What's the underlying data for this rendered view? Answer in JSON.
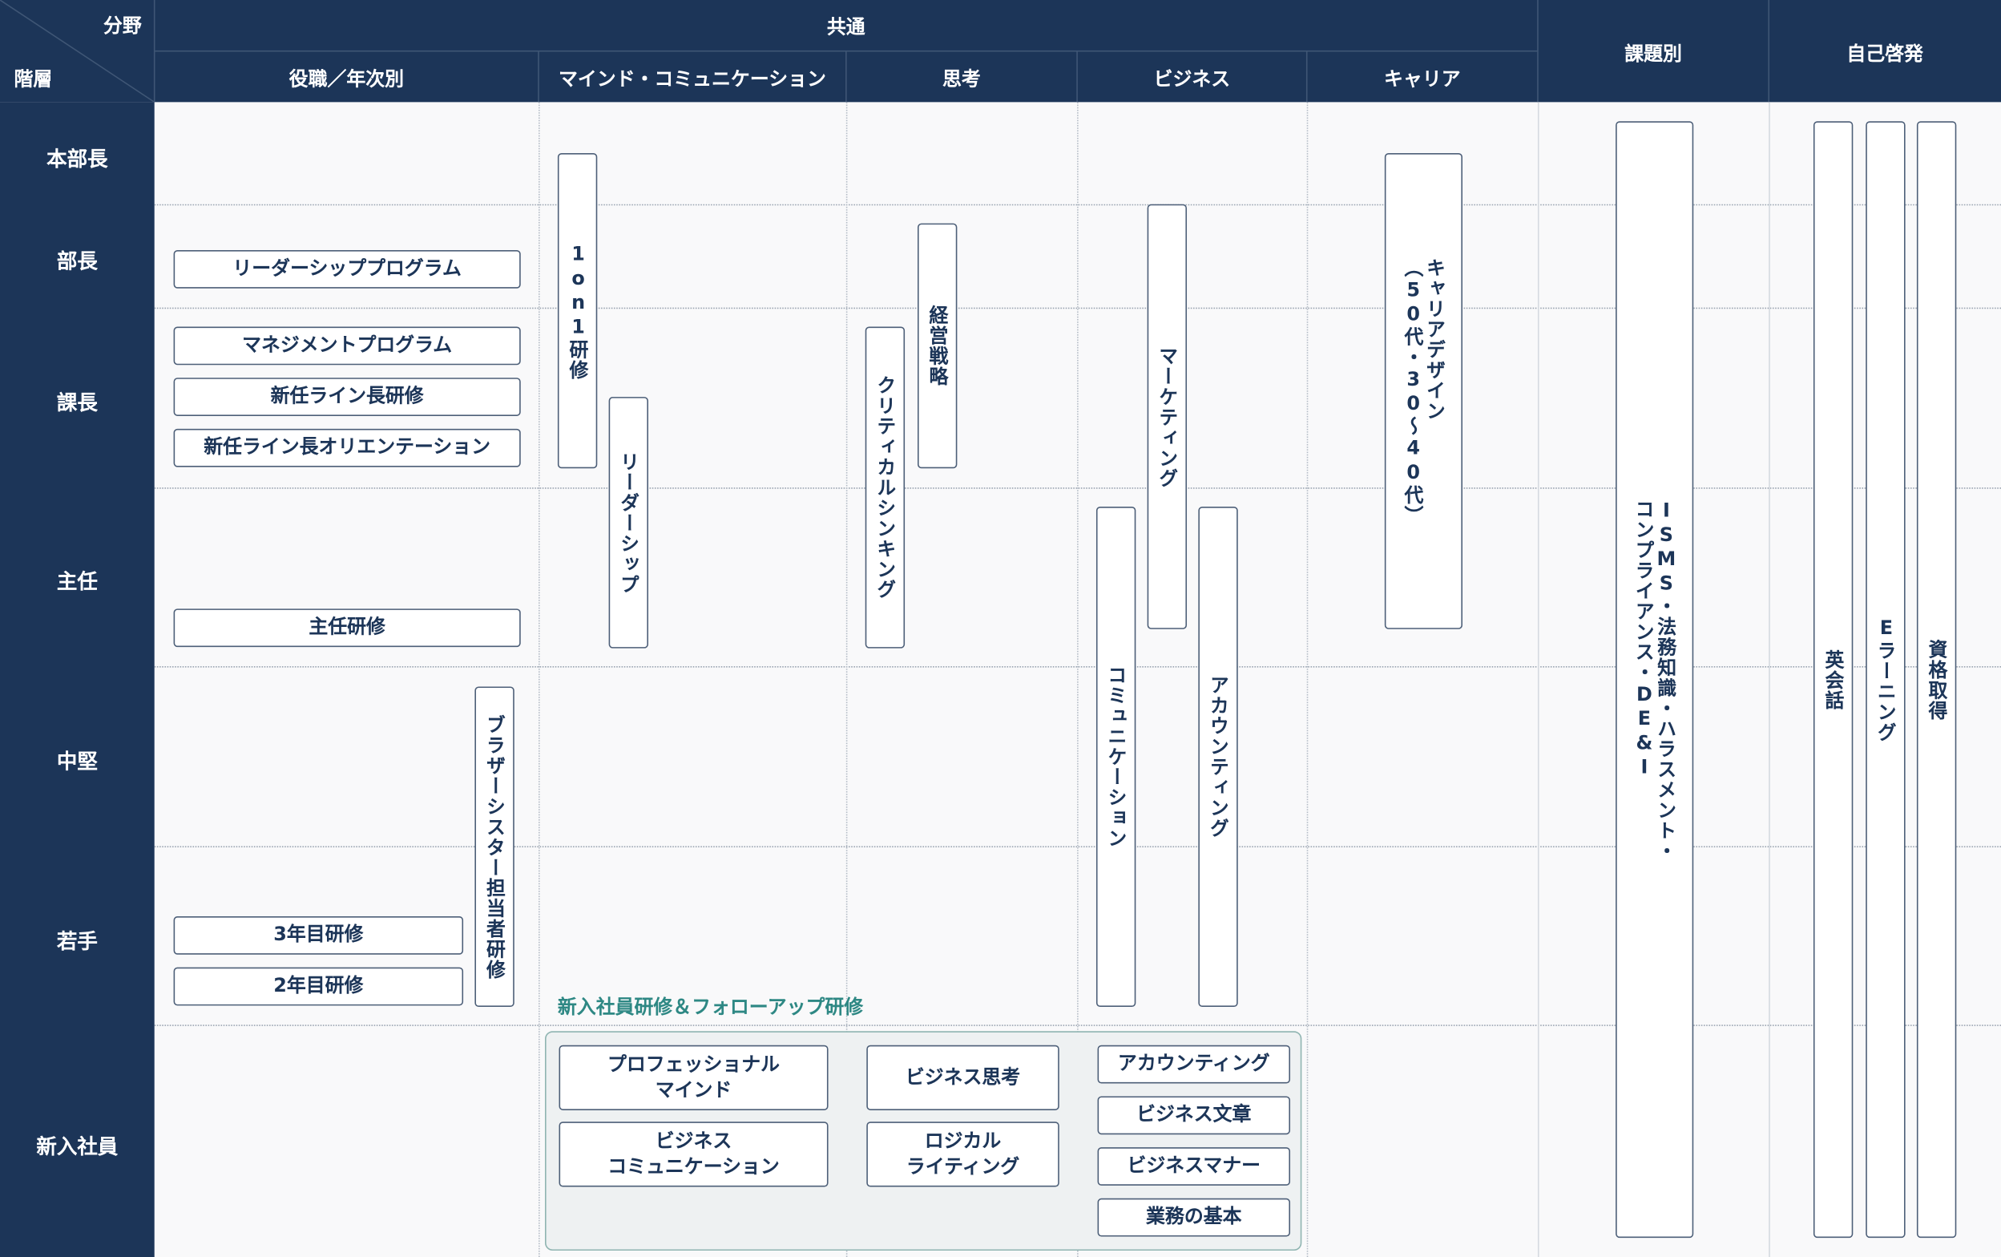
{
  "header": {
    "field_label": "分野",
    "level_label": "階層",
    "common_label": "共通",
    "columns": {
      "role": "役職／年次別",
      "mind": "マインド・コミュニケーション",
      "thinking": "思考",
      "business": "ビジネス",
      "career": "キャリア",
      "topics": "課題別",
      "selfdev": "自己啓発"
    }
  },
  "rows": [
    "本部長",
    "部長",
    "課長",
    "主任",
    "中堅",
    "若手",
    "新入社員"
  ],
  "role_programs": {
    "leadership": "リーダーシッププログラム",
    "management": "マネジメントプログラム",
    "new_line": "新任ライン長研修",
    "new_line_orientation": "新任ライン長オリエンテーション",
    "chief": "主任研修",
    "third_year": "3年目研修",
    "second_year": "2年目研修",
    "mentor": "ブラザーシスター担当者研修"
  },
  "mind_programs": {
    "one_on_one": "1on1研修",
    "leadership": "リーダーシップ"
  },
  "thinking_programs": {
    "strategy": "経営戦略",
    "critical": "クリティカルシンキング"
  },
  "business_programs": {
    "marketing": "マーケティング",
    "communication": "コミュニケーション",
    "accounting": "アカウンティング"
  },
  "career_programs": {
    "design": "キャリアデザイン\n（50代・30～40代）"
  },
  "topic_programs": {
    "compliance": "ISMS・法務知識・ハラスメント・\nコンプライアンス・DE&I"
  },
  "selfdev_programs": {
    "english": "英会話",
    "elearning": "Eラーニング",
    "certification": "資格取得"
  },
  "new_hire": {
    "title": "新入社員研修＆フォローアップ研修",
    "professional": "プロフェッショナル\nマインド",
    "biz_comm": "ビジネス\nコミュニケーション",
    "biz_thinking": "ビジネス思考",
    "logical": "ロジカル\nライティング",
    "accounting": "アカウンティング",
    "biz_writing": "ビジネス文章",
    "biz_manner": "ビジネスマナー",
    "basics": "業務の基本"
  },
  "colors": {
    "navy": "#1c3558",
    "grid": "#f9f9fa",
    "new_hire_border": "#8fb4b1",
    "new_hire_title": "#2e8884"
  }
}
